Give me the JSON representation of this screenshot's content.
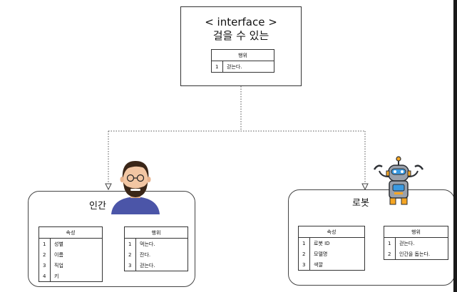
{
  "interface": {
    "stereotype": "< interface >",
    "name": "걸을 수 있는",
    "table": {
      "header": "행위",
      "rows": [
        {
          "n": "1",
          "text": "걷는다."
        }
      ]
    }
  },
  "human": {
    "label": "인간",
    "attributes": {
      "header": "속성",
      "rows": [
        {
          "n": "1",
          "text": "성별"
        },
        {
          "n": "2",
          "text": "이름"
        },
        {
          "n": "3",
          "text": "직업"
        },
        {
          "n": "4",
          "text": "키"
        }
      ]
    },
    "behaviors": {
      "header": "행위",
      "rows": [
        {
          "n": "1",
          "text": "먹는다."
        },
        {
          "n": "2",
          "text": "잔다."
        },
        {
          "n": "3",
          "text": "걷는다."
        }
      ]
    }
  },
  "robot": {
    "label": "로봇",
    "attributes": {
      "header": "속성",
      "rows": [
        {
          "n": "1",
          "text": "로봇 ID"
        },
        {
          "n": "2",
          "text": "모델명"
        },
        {
          "n": "3",
          "text": "색깔"
        }
      ]
    },
    "behaviors": {
      "header": "행위",
      "rows": [
        {
          "n": "1",
          "text": "걷는다."
        },
        {
          "n": "2",
          "text": "인간을 돕는다."
        }
      ]
    }
  },
  "colors": {
    "human_shirt": "#4b55a8",
    "human_hair": "#3a2618",
    "human_skin": "#f2c6a3",
    "robot_body": "#9aa1ab",
    "robot_accent": "#f5a623",
    "robot_screen": "#3b9ae1",
    "robot_dark": "#2b2e33"
  }
}
